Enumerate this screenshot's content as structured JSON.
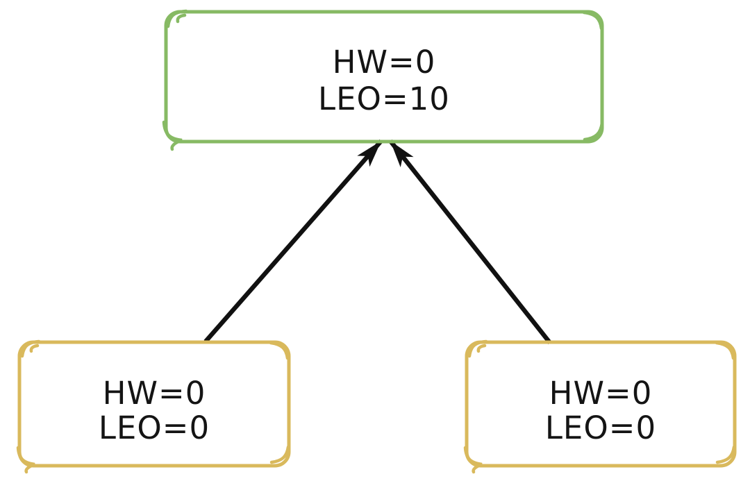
{
  "diagram": {
    "background": "#ffffff",
    "arrow_color": "#111111",
    "nodes": [
      {
        "id": "top",
        "lines": [
          "HW=0",
          "LEO=10"
        ],
        "fill_top": "#ddecd2",
        "fill_bottom": "#9bcd7a",
        "border": "#87ba64",
        "text_color": "#141414"
      },
      {
        "id": "bottom-left",
        "lines": [
          "HW=0",
          "LEO=0"
        ],
        "fill_top": "#fdf3ca",
        "fill_bottom": "#f6d878",
        "border": "#d9b95c",
        "text_color": "#141414"
      },
      {
        "id": "bottom-right",
        "lines": [
          "HW=0",
          "LEO=0"
        ],
        "fill_top": "#fdf3ca",
        "fill_bottom": "#f6d878",
        "border": "#d9b95c",
        "text_color": "#141414"
      }
    ],
    "edges": [
      {
        "from": "bottom-left",
        "to": "top"
      },
      {
        "from": "bottom-right",
        "to": "top"
      }
    ]
  }
}
